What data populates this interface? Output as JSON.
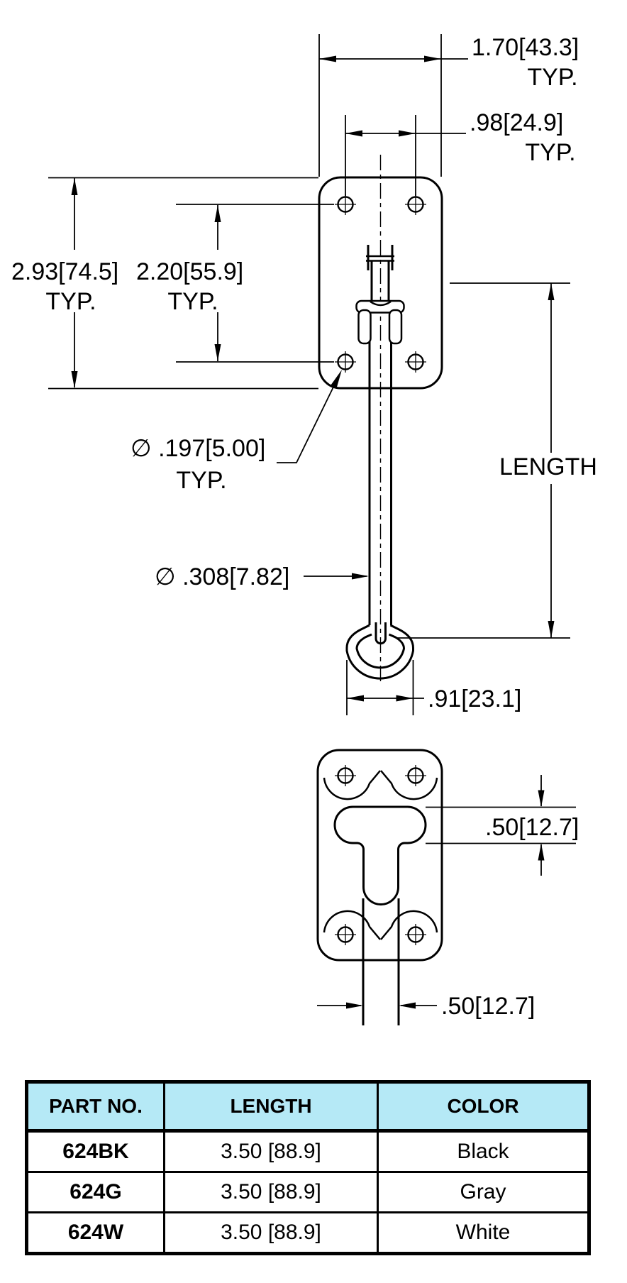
{
  "drawing": {
    "front_view": {
      "dim_plate_width": "1.70[43.3]",
      "dim_plate_width_qual": "TYP.",
      "dim_hole_spacing_horizontal": ".98[24.9]",
      "dim_hole_spacing_horizontal_qual": "TYP.",
      "dim_plate_height": "2.93[74.5]",
      "dim_plate_height_qual": "TYP.",
      "dim_hole_spacing_vertical": "2.20[55.9]",
      "dim_hole_spacing_vertical_qual": "TYP.",
      "dim_hole_diameter": "∅ .197[5.00]",
      "dim_hole_diameter_qual": "TYP.",
      "dim_length_label": "LENGTH",
      "dim_rod_diameter": "∅ .308[7.82]",
      "dim_loop_width": ".91[23.1]"
    },
    "catch_view": {
      "dim_opening_height": ".50[12.7]",
      "dim_slot_width": ".50[12.7]"
    }
  },
  "table": {
    "headers": [
      "PART NO.",
      "LENGTH",
      "COLOR"
    ],
    "rows": [
      {
        "part_no": "624BK",
        "length": "3.50 [88.9]",
        "color": "Black"
      },
      {
        "part_no": "624G",
        "length": "3.50 [88.9]",
        "color": "Gray"
      },
      {
        "part_no": "624W",
        "length": "3.50 [88.9]",
        "color": "White"
      }
    ]
  },
  "colors": {
    "ink": "#000000",
    "table_header_bg": "#b5e9f6",
    "background": "#ffffff"
  }
}
